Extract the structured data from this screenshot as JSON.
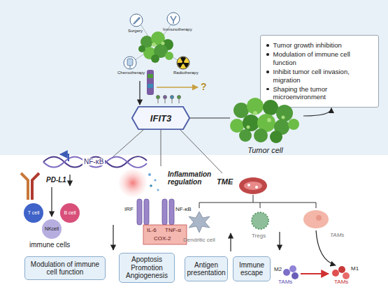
{
  "diagram": {
    "nodes": [
      {
        "text": [
          "Tumor growth inhibition",
          "Modulation of immune cell function",
          "Inhibit tumor cell invasion, migration",
          "Shaping the tumor microenvironment"
        ]
      },
      {
        "text": [
          "IFIT3"
        ]
      },
      {
        "text": [
          "Tumor cell"
        ]
      },
      {
        "text": [
          "Modulation of immune cell function"
        ]
      },
      {
        "text": [
          "Apoptosis Promotion Angiogenesis"
        ]
      },
      {
        "text": [
          "Antigen presentation"
        ]
      },
      {
        "text": [
          "Immune escape"
        ]
      }
    ],
    "edges": [
      {
        "from": 2,
        "to": 0,
        "arrow": "to"
      },
      {
        "from": 1,
        "to": 2,
        "arrow": "none"
      }
    ],
    "labels": [
      "Surgery",
      "Immunotherapy",
      "Chemotherapy",
      "Radiotherapy",
      "?",
      "NF-κB",
      "PD-L1",
      "T cell",
      "B cell",
      "NKcell",
      "immune cells",
      "Inflammation regulation",
      "IRF",
      "NF-κB",
      "IL-6",
      "TNF-α",
      "COX-2",
      "TME",
      "Dendritic cell",
      "Tregs",
      "TAMs",
      "M2",
      "TAMs",
      "M1",
      "TAMs"
    ]
  }
}
